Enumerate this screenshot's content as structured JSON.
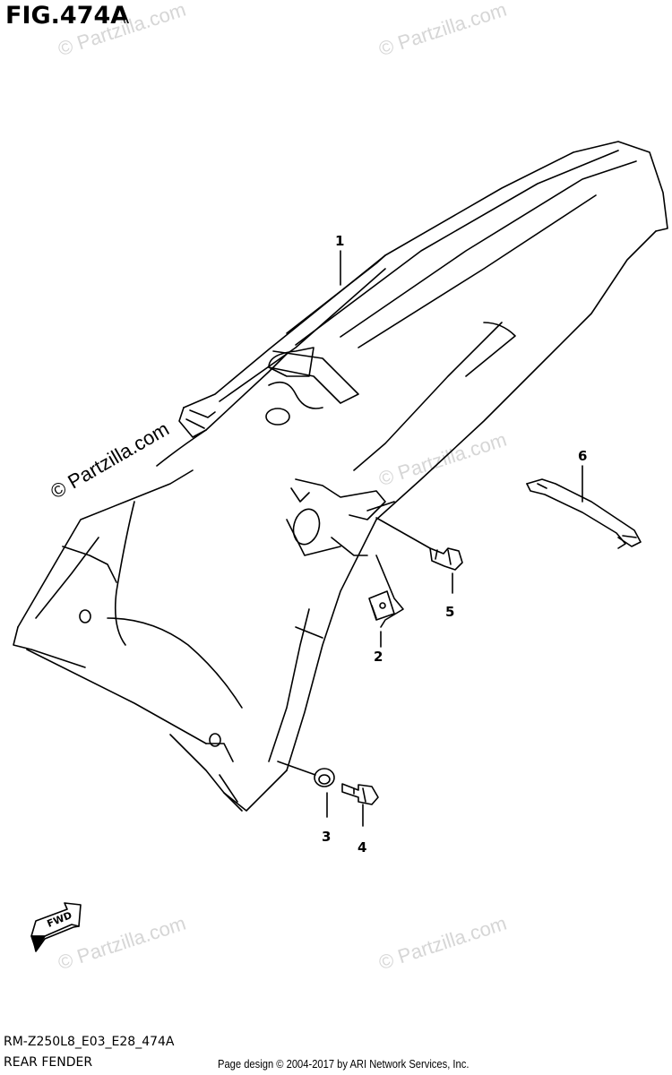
{
  "figure": {
    "title": "FIG.474A",
    "code": "RM-Z250L8_E03_E28_474A",
    "name": "REAR FENDER",
    "credit": "Page design © 2004-2017 by ARI Network Services, Inc."
  },
  "watermark": {
    "text": "© Partzilla.com",
    "light_text": "© Partzilla.com"
  },
  "callouts": [
    "1",
    "2",
    "3",
    "4",
    "5",
    "6"
  ],
  "fwd_label": "FWD",
  "colors": {
    "line": "#000000",
    "watermark": "#d6d6d6",
    "background": "#ffffff"
  }
}
